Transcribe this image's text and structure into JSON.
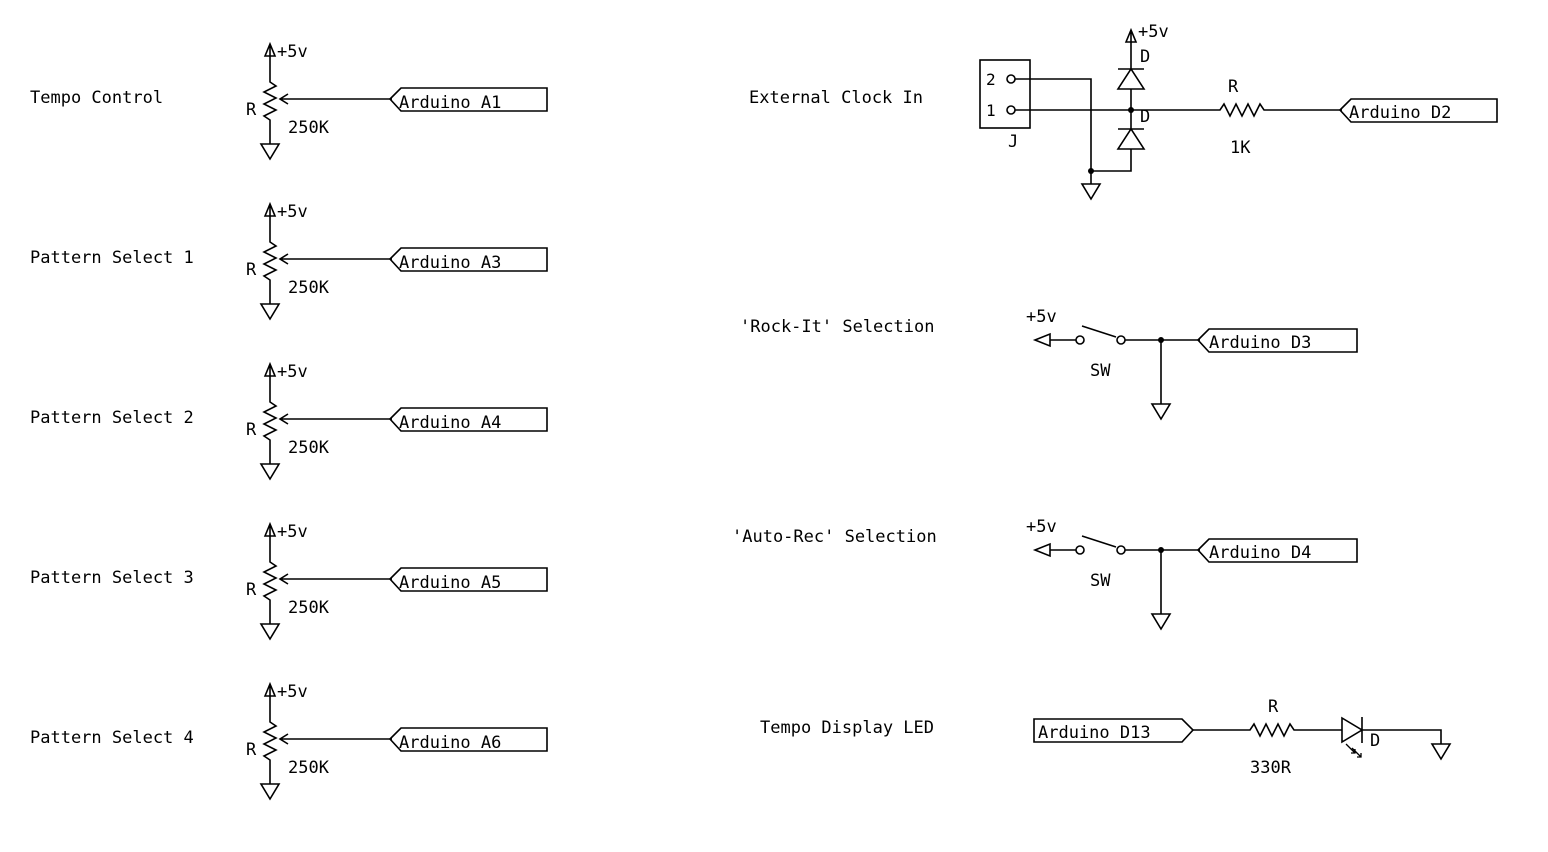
{
  "pots": [
    {
      "label": "Tempo Control",
      "supply": "+5v",
      "ref": "R",
      "value": "250K",
      "port": "Arduino A1"
    },
    {
      "label": "Pattern Select 1",
      "supply": "+5v",
      "ref": "R",
      "value": "250K",
      "port": "Arduino A3"
    },
    {
      "label": "Pattern Select 2",
      "supply": "+5v",
      "ref": "R",
      "value": "250K",
      "port": "Arduino A4"
    },
    {
      "label": "Pattern Select 3",
      "supply": "+5v",
      "ref": "R",
      "value": "250K",
      "port": "Arduino A5"
    },
    {
      "label": "Pattern Select 4",
      "supply": "+5v",
      "ref": "R",
      "value": "250K",
      "port": "Arduino A6"
    }
  ],
  "clock": {
    "label": "External Clock In",
    "supply": "+5v",
    "jack_ref": "J",
    "pin2": "2",
    "pin1": "1",
    "diode_top_ref": "D",
    "diode_bottom_ref": "D",
    "res_ref": "R",
    "res_value": "1K",
    "port": "Arduino D2"
  },
  "switches": [
    {
      "label": "'Rock-It' Selection",
      "supply": "+5v",
      "ref": "SW",
      "port": "Arduino D3"
    },
    {
      "label": "'Auto-Rec' Selection",
      "supply": "+5v",
      "ref": "SW",
      "port": "Arduino D4"
    }
  ],
  "led": {
    "label": "Tempo Display LED",
    "port": "Arduino D13",
    "res_ref": "R",
    "res_value": "330R",
    "diode_ref": "D"
  }
}
